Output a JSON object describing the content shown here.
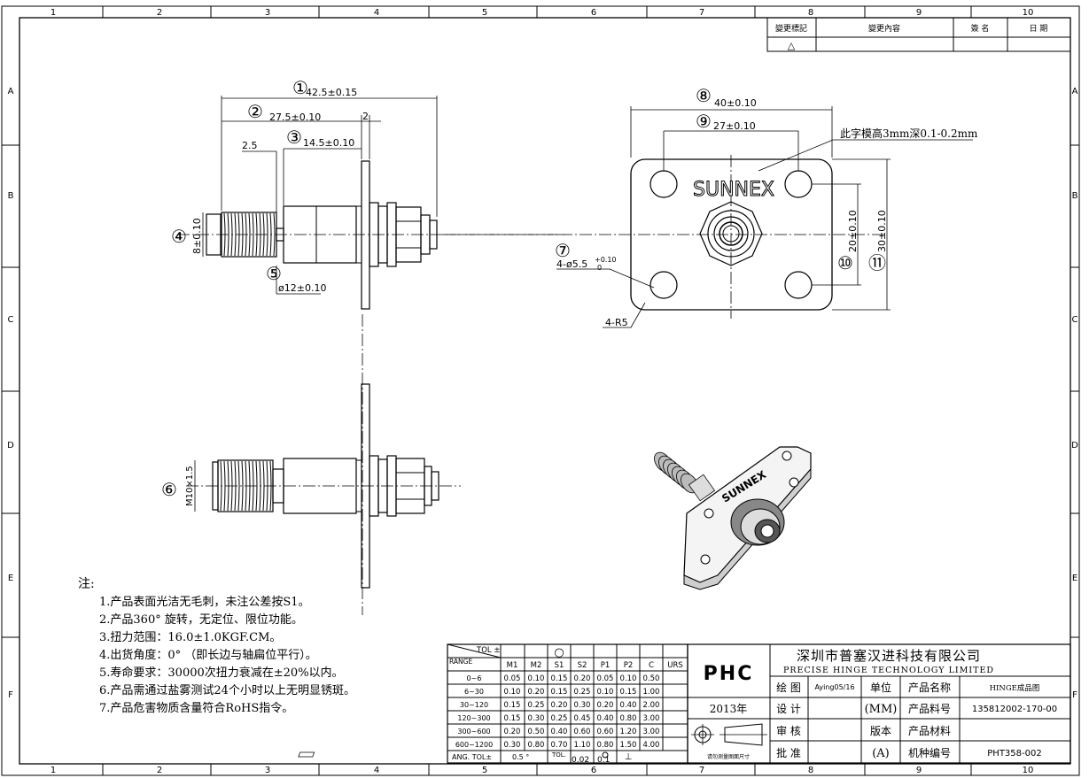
{
  "border": {
    "columns": [
      "1",
      "2",
      "3",
      "4",
      "5",
      "6",
      "7",
      "8",
      "9",
      "10"
    ],
    "rows": [
      "A",
      "B",
      "C",
      "D",
      "E",
      "F"
    ]
  },
  "revision_block": {
    "headers": [
      "變更標記",
      "變更內容",
      "簽 名",
      "日 期"
    ],
    "mark": "△"
  },
  "dimensions": {
    "d1": {
      "num": "①",
      "value": "42.5±0.15"
    },
    "d2": {
      "num": "②",
      "value": "27.5±0.10"
    },
    "d2b": "2",
    "d3": {
      "num": "③",
      "value": "14.5±0.10"
    },
    "d3b": "2.5",
    "d4": {
      "num": "④",
      "value": "8±0.10"
    },
    "d5": {
      "num": "⑤",
      "value": "ø12±0.10"
    },
    "d6": {
      "num": "⑥",
      "value": "M10×1.5"
    },
    "d7": {
      "num": "⑦",
      "value": "4-ø5.5",
      "tol_upper": "+0.10",
      "tol_lower": "0"
    },
    "d8": {
      "num": "⑧",
      "value": "40±0.10"
    },
    "d9": {
      "num": "⑨",
      "value": "27±0.10"
    },
    "d10": {
      "num": "⑩",
      "value": "20±0.10"
    },
    "d11": {
      "num": "⑪",
      "value": "30±0.10"
    },
    "radius": "4-R5",
    "engrave_note": "此字模高3mm深0.1-0.2mm",
    "brand": "SUNNEX"
  },
  "notes": {
    "title": "注:",
    "items": [
      "1.产品表面光洁无毛刺，未注公差按S1。",
      "2.产品360° 旋转，无定位、限位功能。",
      "3.扭力范围：16.0±1.0KGF.CM。",
      "4.出货角度：0° （即长边与轴扁位平行）。",
      "5.寿命要求：30000次扭力衰减在±20%以内。",
      "6.产品需通过盐雾测试24个小时以上无明显锈斑。",
      "7.产品危害物质含量符合RoHS指令。"
    ]
  },
  "tolerance_table": {
    "corner_top": "TOL ±",
    "corner_bottom": "RANGE",
    "symbol": "○",
    "headers": [
      "M1",
      "M2",
      "S1",
      "S2",
      "P1",
      "P2",
      "C",
      "URS"
    ],
    "rows": [
      {
        "range": "0~6",
        "values": [
          "0.05",
          "0.10",
          "0.15",
          "0.20",
          "0.05",
          "0.10",
          "0.50",
          ""
        ]
      },
      {
        "range": "6~30",
        "values": [
          "0.10",
          "0.20",
          "0.15",
          "0.25",
          "0.10",
          "0.15",
          "1.00",
          ""
        ]
      },
      {
        "range": "30~120",
        "values": [
          "0.15",
          "0.25",
          "0.20",
          "0.30",
          "0.20",
          "0.40",
          "2.00",
          ""
        ]
      },
      {
        "range": "120~300",
        "values": [
          "0.15",
          "0.30",
          "0.25",
          "0.45",
          "0.40",
          "0.80",
          "3.00",
          ""
        ]
      },
      {
        "range": "300~600",
        "values": [
          "0.20",
          "0.50",
          "0.40",
          "0.60",
          "0.60",
          "1.20",
          "3.00",
          ""
        ]
      },
      {
        "range": "600~1200",
        "values": [
          "0.30",
          "0.80",
          "0.70",
          "1.10",
          "0.80",
          "1.50",
          "4.00",
          ""
        ]
      }
    ],
    "ang_label": "ANG. TOL±",
    "ang_value": "0.5 °",
    "tol_label": "TOL.",
    "flat_value": "0.02",
    "round_value": "0.1",
    "perp_symbol": "⊥"
  },
  "title_block": {
    "logo": "PHC",
    "year": "2013年",
    "company_cn": "深圳市普塞汉进科技有限公司",
    "company_en": "PRECISE HINGE TECHNOLOGY LIMITED",
    "drawn_label": "绘 图",
    "drawn_value": "Aying05/16",
    "design_label": "设 计",
    "check_label": "审 核",
    "approve_label": "批 准",
    "unit_label": "单位",
    "unit_value": "(MM)",
    "version_label": "版本",
    "version_value": "(A)",
    "product_name_label": "产品名称",
    "product_name_value": "HINGE成品图",
    "part_no_label": "产品料号",
    "part_no_value": "135812002-170-00",
    "material_label": "产品材料",
    "model_label": "机种编号",
    "model_value": "PHT358-002",
    "projection_note": "请勿测量图面尺寸"
  }
}
